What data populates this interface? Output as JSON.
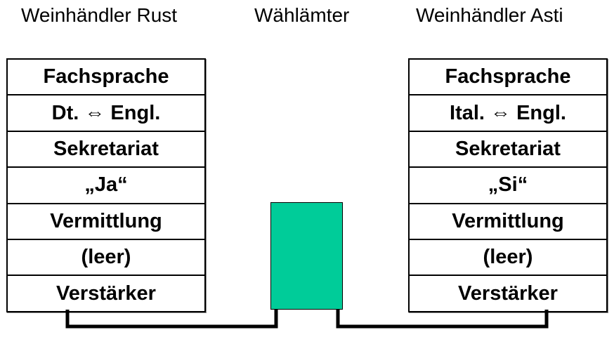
{
  "titles": {
    "left": "Weinhändler Rust",
    "center": "Wählämter",
    "right": "Weinhändler Asti"
  },
  "left_stack": {
    "layers": [
      "Fachsprache",
      "Dt. ⇔ Engl.",
      "Sekretariat",
      "„Ja“",
      "Vermittlung",
      "(leer)",
      "Verstärker"
    ]
  },
  "right_stack": {
    "layers": [
      "Fachsprache",
      "Ital. ⇔ Engl.",
      "Sekretariat",
      "„Si“",
      "Vermittlung",
      "(leer)",
      "Verstärker"
    ]
  },
  "colors": {
    "switch_fill": "#00cc99",
    "line": "#000000"
  }
}
